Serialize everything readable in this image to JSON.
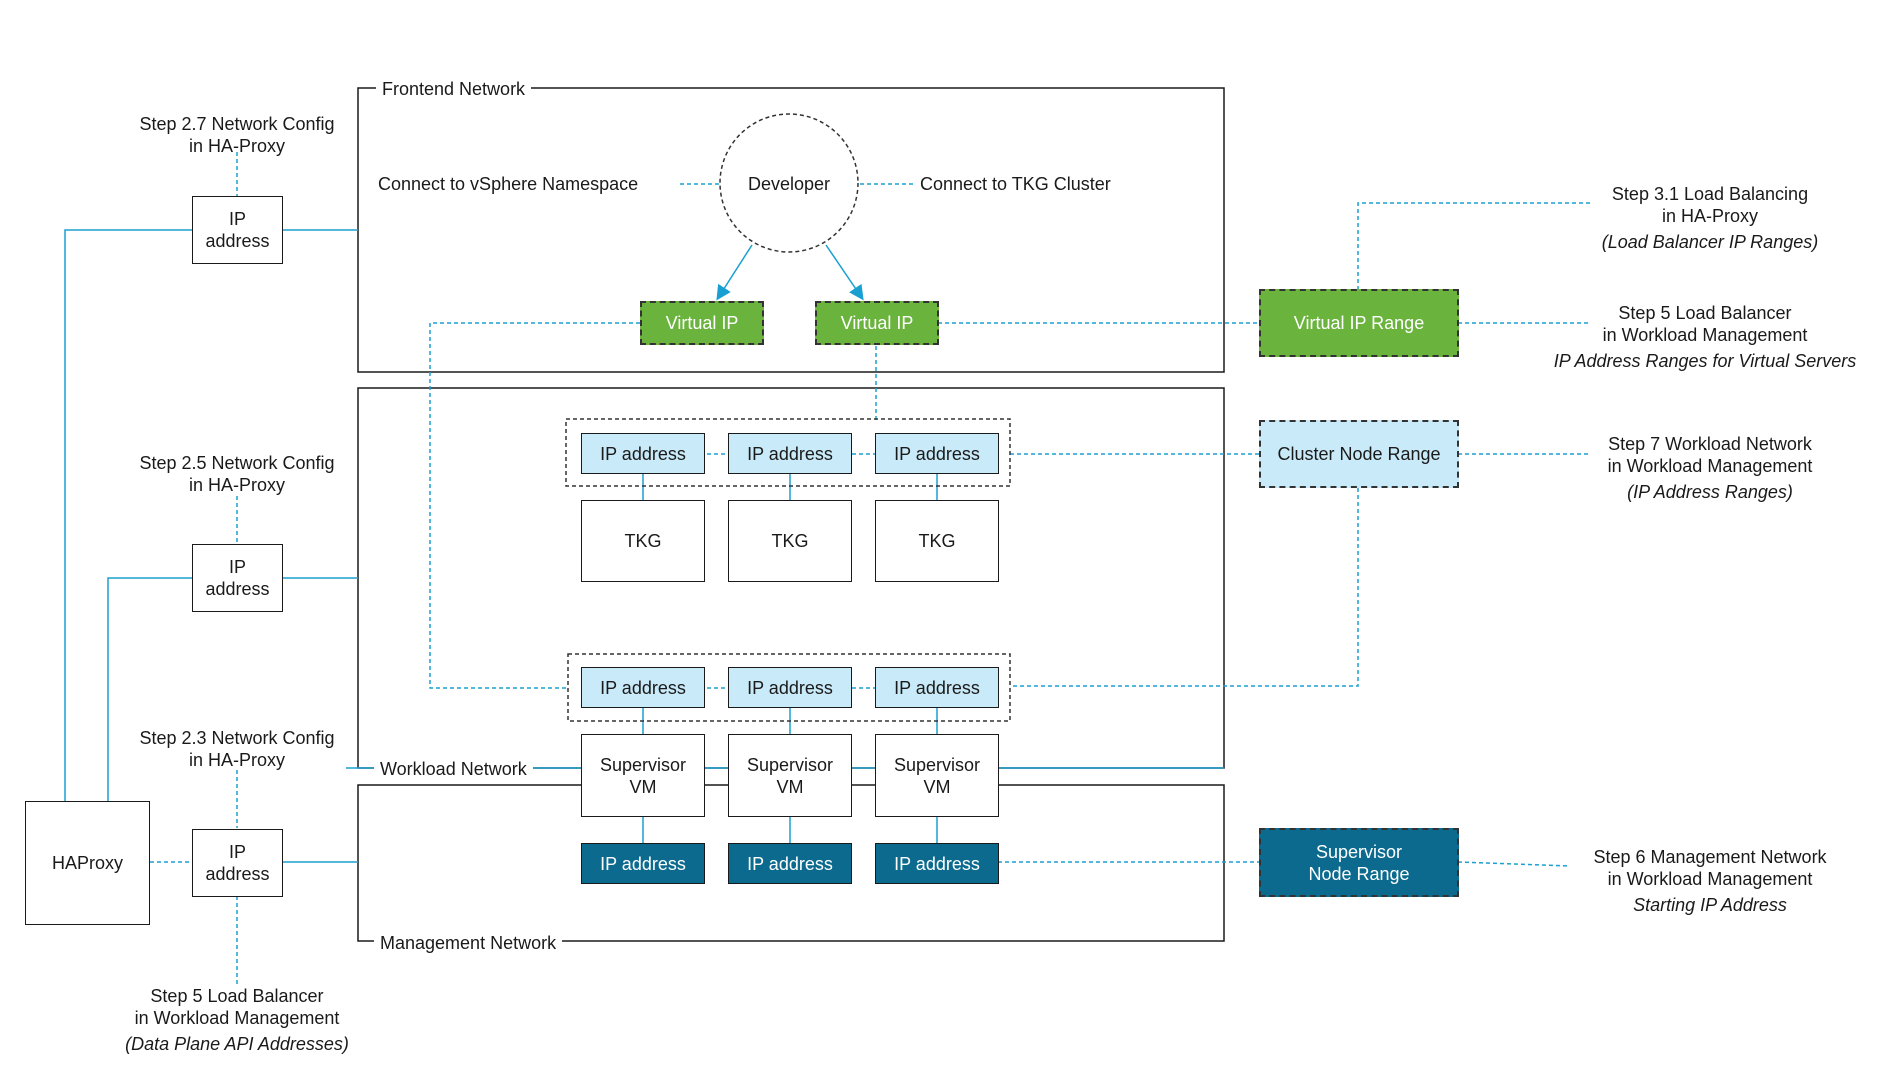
{
  "networks": {
    "frontend": "Frontend Network",
    "workload": "Workload Network",
    "management": "Management Network"
  },
  "developer": {
    "label": "Developer",
    "connect_ns": "Connect to vSphere Namespace",
    "connect_tkg": "Connect to TKG Cluster"
  },
  "vip": {
    "label": "Virtual IP"
  },
  "ranges": {
    "virtual_ip": "Virtual IP Range",
    "cluster_node": "Cluster Node Range",
    "supervisor_node_1": "Supervisor",
    "supervisor_node_2": "Node Range"
  },
  "haproxy": {
    "label": "HAProxy"
  },
  "ip": {
    "address": "IP address",
    "line1": "IP",
    "line2": "address"
  },
  "tkg": {
    "label": "TKG"
  },
  "supervisor": {
    "line1": "Supervisor",
    "line2": "VM"
  },
  "steps": {
    "s27": [
      "Step 2.7  Network Config",
      "in HA-Proxy"
    ],
    "s25": [
      "Step 2.5  Network Config",
      "in HA-Proxy"
    ],
    "s23": [
      "Step 2.3 Network Config",
      "in HA-Proxy"
    ],
    "s5_bottom": [
      "Step 5 Load Balancer",
      "in Workload Management",
      "(Data Plane API Addresses)"
    ],
    "s31": [
      "Step 3.1 Load Balancing",
      "in HA-Proxy",
      "(Load Balancer IP Ranges)"
    ],
    "s5_right": [
      "Step 5 Load Balancer",
      "in Workload Management",
      "IP Address Ranges for Virtual Servers"
    ],
    "s7": [
      "Step 7 Workload Network",
      "in Workload Management",
      "(IP Address Ranges)"
    ],
    "s6": [
      "Step 6 Management Network",
      "in Workload Management",
      "Starting IP Address"
    ]
  },
  "colors": {
    "green": "#6ab43e",
    "light_blue": "#c9eaf8",
    "dark_blue": "#0b6a8e",
    "connector": "#1aa0d0"
  }
}
